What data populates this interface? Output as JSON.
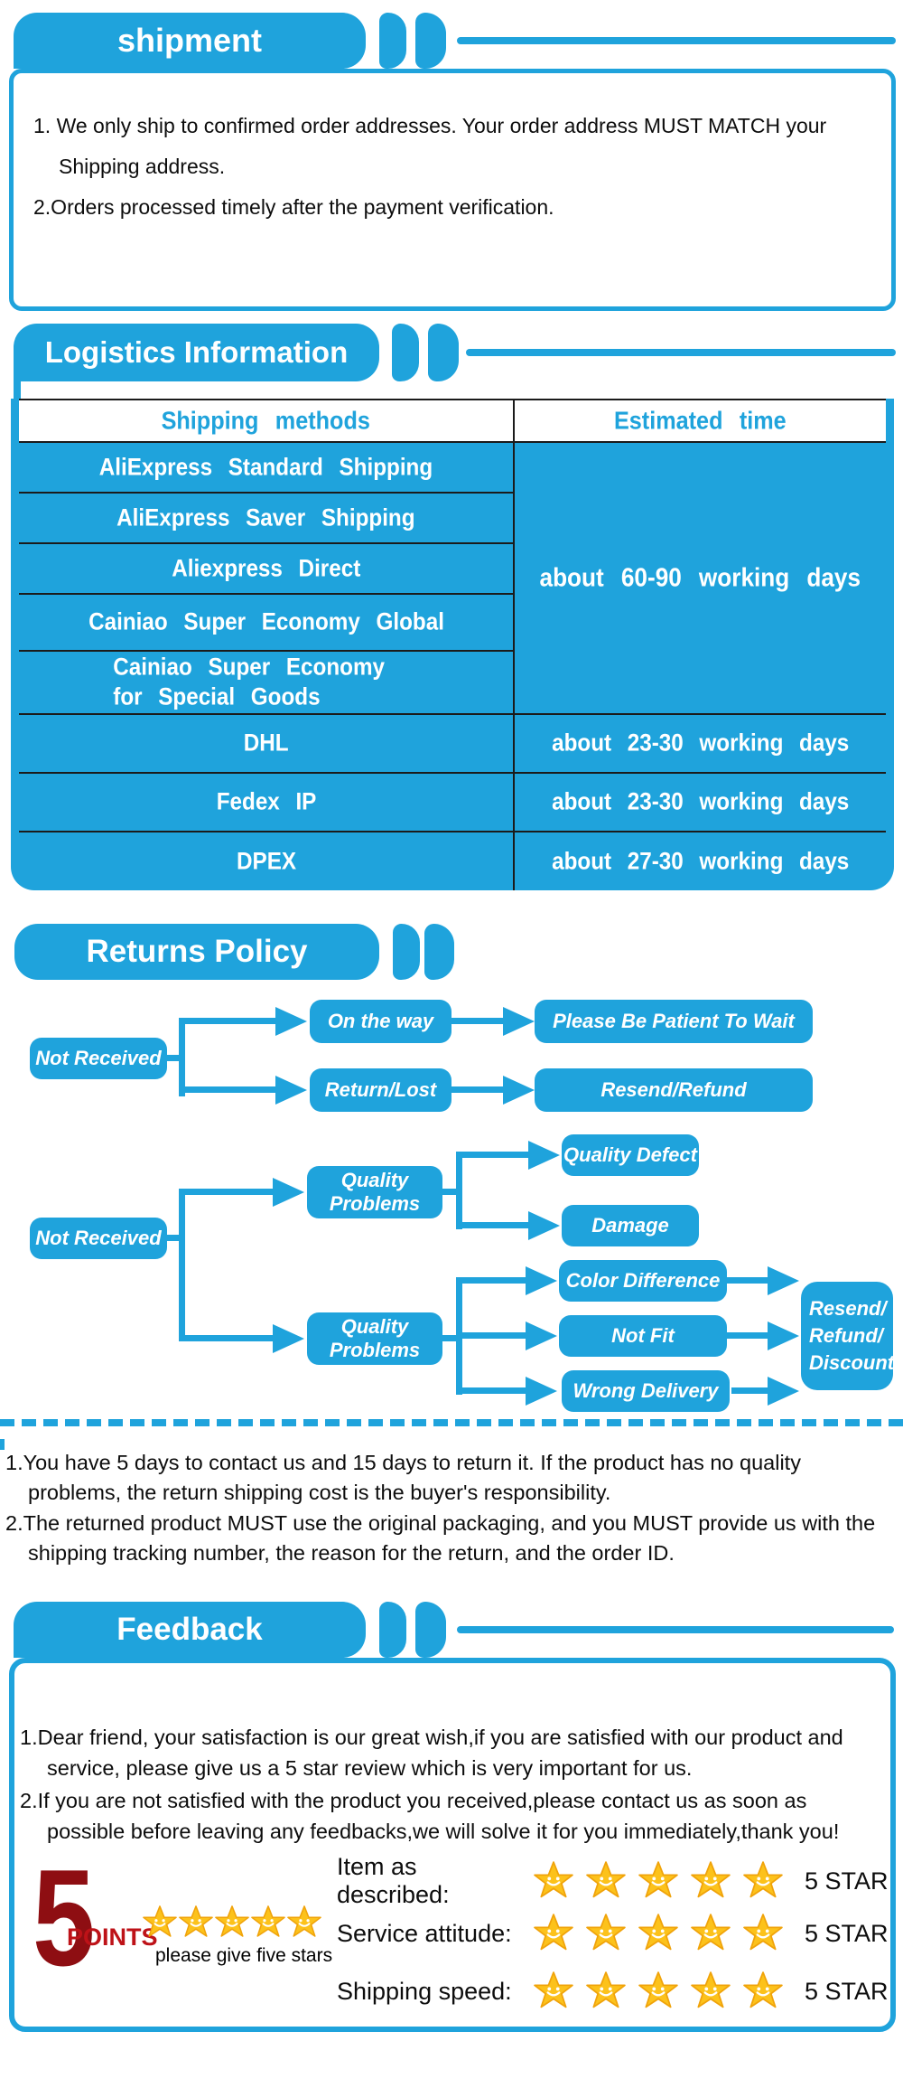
{
  "colors": {
    "blue": "#1FA3DC",
    "dark_red": "#8E0E12",
    "red": "#BE1218",
    "star_gold": "#FCC21B",
    "star_gold_dark": "#F0A30A",
    "line_black": "#1b1b1b"
  },
  "shipment": {
    "title": "shipment",
    "items": [
      "1. We only ship to confirmed order addresses. Your order address MUST MATCH your Shipping address.",
      "2.Orders processed timely after the payment verification."
    ]
  },
  "logistics": {
    "title": "Logistics Information",
    "table": {
      "col_methods": "Shipping methods",
      "col_time": "Estimated time",
      "group_methods": [
        "AliExpress Standard Shipping",
        "AliExpress Saver Shipping",
        "Aliexpress Direct",
        "Cainiao Super Economy Global",
        "Cainiao Super Economy for Special Goods"
      ],
      "group_time": "about 60-90 working days",
      "rows": [
        {
          "method": "DHL",
          "time": "about 23-30 working days"
        },
        {
          "method": "Fedex IP",
          "time": "about 23-30 working days"
        },
        {
          "method": "DPEX",
          "time": "about 27-30 working days"
        }
      ]
    }
  },
  "returns": {
    "title": "Returns Policy",
    "flow": {
      "root1": "Not Received",
      "on_the_way": "On the way",
      "wait": "Please Be Patient To Wait",
      "return_lost": "Return/Lost",
      "resend_refund": "Resend/Refund",
      "root2": "Not Received",
      "quality_problems_1": "Quality Problems",
      "quality_defect": "Quality Defect",
      "damage": "Damage",
      "quality_problems_2": "Quality Problems",
      "color_difference": "Color Difference",
      "not_fit": "Not Fit",
      "wrong_delivery": "Wrong Delivery",
      "result": "Resend/ Refund/ Discount"
    },
    "notes": [
      "1.You have 5 days to contact us and 15 days to return it. If the product has no quality problems, the return shipping cost is the buyer's responsibility.",
      "2.The returned product MUST use the original packaging, and you MUST provide us with the shipping tracking number, the reason for the return, and the order ID."
    ]
  },
  "feedback": {
    "title": "Feedback",
    "items": [
      "1.Dear friend, your satisfaction is our great wish,if you are satisfied with our product and service, please give us a 5 star review which is very important for us.",
      "2.If you are not satisfied with the product you received,please contact us as soon as possible before leaving any feedbacks,we will solve it for you immediately,thank you!"
    ],
    "points": {
      "number": "5",
      "label": "POINTS",
      "caption": "please give five stars",
      "stars": 5
    },
    "ratings": [
      {
        "label": "Item as described:",
        "stars": 5,
        "value": "5 STAR"
      },
      {
        "label": "Service attitude:",
        "stars": 5,
        "value": "5 STAR"
      },
      {
        "label": "Shipping speed:",
        "stars": 5,
        "value": "5 STAR"
      }
    ]
  }
}
